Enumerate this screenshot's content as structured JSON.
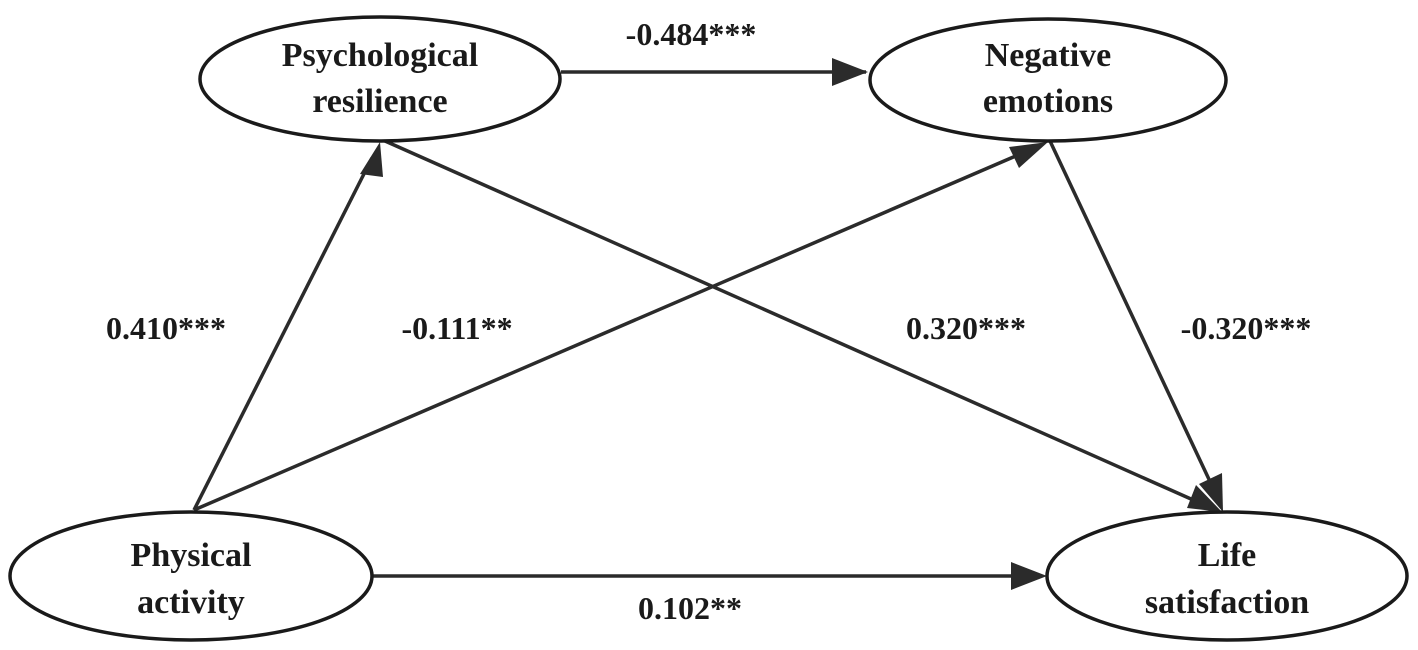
{
  "nodes": {
    "psychological_resilience": {
      "line1": "Psychological",
      "line2": "resilience"
    },
    "negative_emotions": {
      "line1": "Negative",
      "line2": "emotions"
    },
    "physical_activity": {
      "line1": "Physical",
      "line2": "activity"
    },
    "life_satisfaction": {
      "line1": "Life",
      "line2": "satisfaction"
    }
  },
  "edges": {
    "resilience_to_emotions": {
      "from": "Psychological resilience",
      "to": "Negative emotions",
      "coefficient": "-0.484***"
    },
    "activity_to_resilience": {
      "from": "Physical activity",
      "to": "Psychological resilience",
      "coefficient": "0.410***"
    },
    "activity_to_emotions": {
      "from": "Physical activity",
      "to": "Negative emotions",
      "coefficient": "-0.111**"
    },
    "resilience_to_satisfaction": {
      "from": "Psychological resilience",
      "to": "Life satisfaction",
      "coefficient": "0.320***"
    },
    "emotions_to_satisfaction": {
      "from": "Negative emotions",
      "to": "Life satisfaction",
      "coefficient": "-0.320***"
    },
    "activity_to_satisfaction": {
      "from": "Physical activity",
      "to": "Life satisfaction",
      "coefficient": "0.102**"
    }
  },
  "colors": {
    "stroke": "#1a1a1a",
    "background": "#ffffff"
  }
}
